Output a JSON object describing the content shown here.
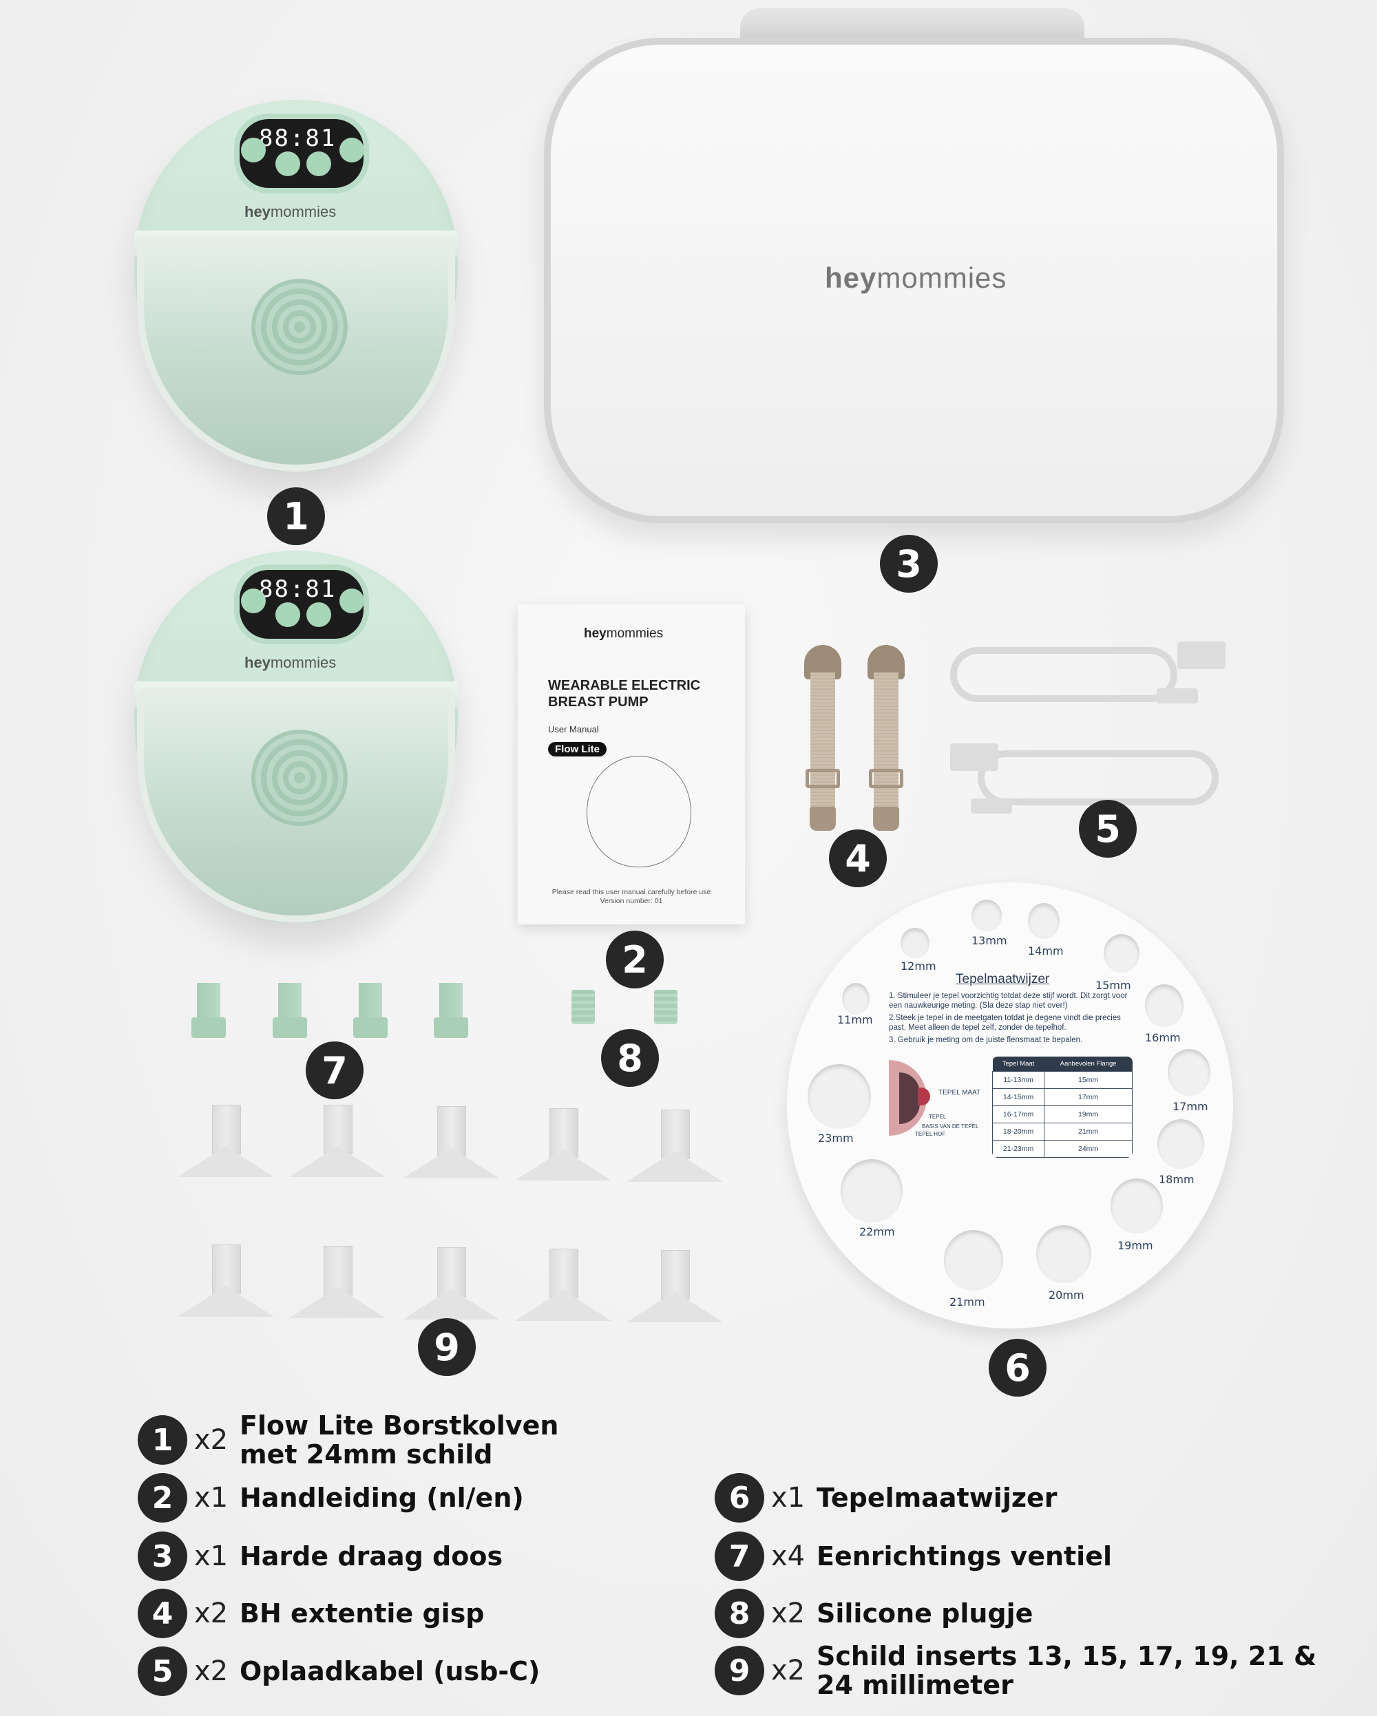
{
  "brand": {
    "name_bold": "hey",
    "name_light": "mommies"
  },
  "pumps": [
    {
      "display_digits": "88:81",
      "brand_bold": "hey",
      "brand_light": "mommies"
    },
    {
      "display_digits": "88:81",
      "brand_bold": "hey",
      "brand_light": "mommies"
    }
  ],
  "case": {
    "logo_bold": "hey",
    "logo_light": "mommies"
  },
  "manual": {
    "brand_bold": "hey",
    "brand_light": "mommies",
    "title": "WEARABLE ELECTRIC BREAST PUMP",
    "subtitle": "User Manual",
    "model_pill": "Flow Lite",
    "footer_line1": "Please read this user manual carefully before use",
    "footer_line2": "Version number: 01"
  },
  "badges": {
    "b1": "1",
    "b2": "2",
    "b3": "3",
    "b4": "4",
    "b5": "5",
    "b6": "6",
    "b7": "7",
    "b8": "8",
    "b9": "9"
  },
  "sizer": {
    "title": "Tepelmaatwijzer",
    "steps": [
      "1. Stimuleer je tepel voorzichtig totdat deze stijf wordt. Dit zorgt voor een nauwkeurige meting. (Sla deze stap niet over!)",
      "2.Steek je tepel in de meetgaten totdat je degene vindt die precies past. Meet alleen de tepel zelf, zonder de tepelhof.",
      "3. Gebruik je meting om de juiste flensmaat te bepalen."
    ],
    "diagram_labels": {
      "tepel_maat": "TEPEL MAAT",
      "tepel": "TEPEL",
      "basis": "BASIS VAN DE TEPEL",
      "tepel_hof": "TEPEL HOF"
    },
    "table": {
      "headers": [
        "Tepel Maat",
        "Aanbevolen Flange"
      ],
      "rows": [
        [
          "11-13mm",
          "15mm"
        ],
        [
          "14-15mm",
          "17mm"
        ],
        [
          "16-17mm",
          "19mm"
        ],
        [
          "18-20mm",
          "21mm"
        ],
        [
          "21-23mm",
          "24mm"
        ]
      ]
    },
    "holes": [
      "11mm",
      "12mm",
      "13mm",
      "14mm",
      "15mm",
      "16mm",
      "17mm",
      "18mm",
      "19mm",
      "20mm",
      "21mm",
      "22mm",
      "23mm"
    ]
  },
  "legend": [
    {
      "num": "1",
      "qty": "x2",
      "line1": "Flow Lite Borstkolven",
      "line2": "met 24mm schild"
    },
    {
      "num": "2",
      "qty": "x1",
      "line1": "Handleiding (nl/en)",
      "line2": ""
    },
    {
      "num": "3",
      "qty": "x1",
      "line1": "Harde draag doos",
      "line2": ""
    },
    {
      "num": "4",
      "qty": "x2",
      "line1": "BH extentie gisp",
      "line2": ""
    },
    {
      "num": "5",
      "qty": "x2",
      "line1": "Oplaadkabel (usb-C)",
      "line2": ""
    },
    {
      "num": "6",
      "qty": "x1",
      "line1": "Tepelmaatwijzer",
      "line2": ""
    },
    {
      "num": "7",
      "qty": "x4",
      "line1": "Eenrichtings ventiel",
      "line2": ""
    },
    {
      "num": "8",
      "qty": "x2",
      "line1": "Silicone plugje",
      "line2": ""
    },
    {
      "num": "9",
      "qty": "x2",
      "line1": "Schild inserts 13, 15, 17, 19, 21 &",
      "line2": "24 millimeter"
    }
  ],
  "colors": {
    "badge_bg": "#272727",
    "pump_green": "#cde6d7",
    "strap_beige": "#c4b5a3",
    "sizer_text": "#2c3e5c"
  }
}
